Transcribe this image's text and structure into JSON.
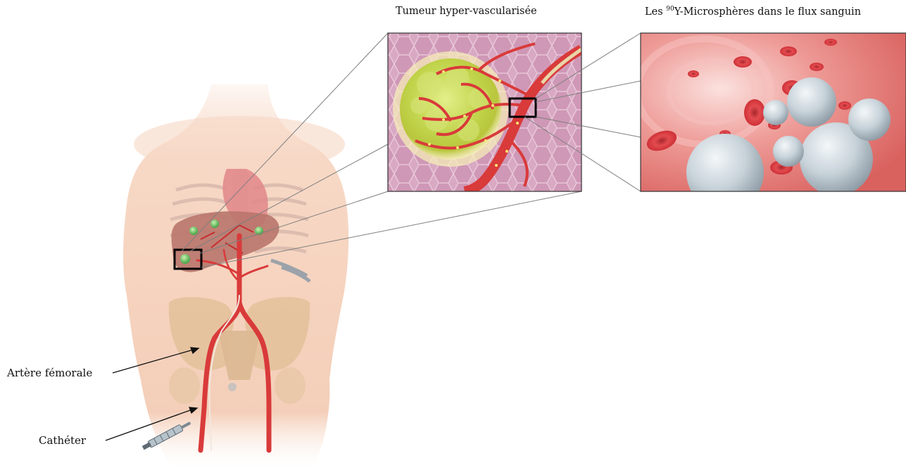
{
  "captions": {
    "tumor_panel": "Tumeur hyper-vascularisée",
    "microsphere_prefix": "Les ",
    "microsphere_isotope": "90",
    "microsphere_rest": "Y-Microsphères dans le flux sanguin"
  },
  "labels": {
    "femoral_artery": "Artère fémorale",
    "catheter": "Cathéter"
  },
  "colors": {
    "skin": "#f6d4bf",
    "artery": "#d93a3a",
    "liver": "#b5685c",
    "tumor": "#c8d94a",
    "tissue": "#d8a3be",
    "blood_bg": "#e58a88",
    "microsphere": "#cfd9df",
    "red_cell": "#d7353a"
  }
}
